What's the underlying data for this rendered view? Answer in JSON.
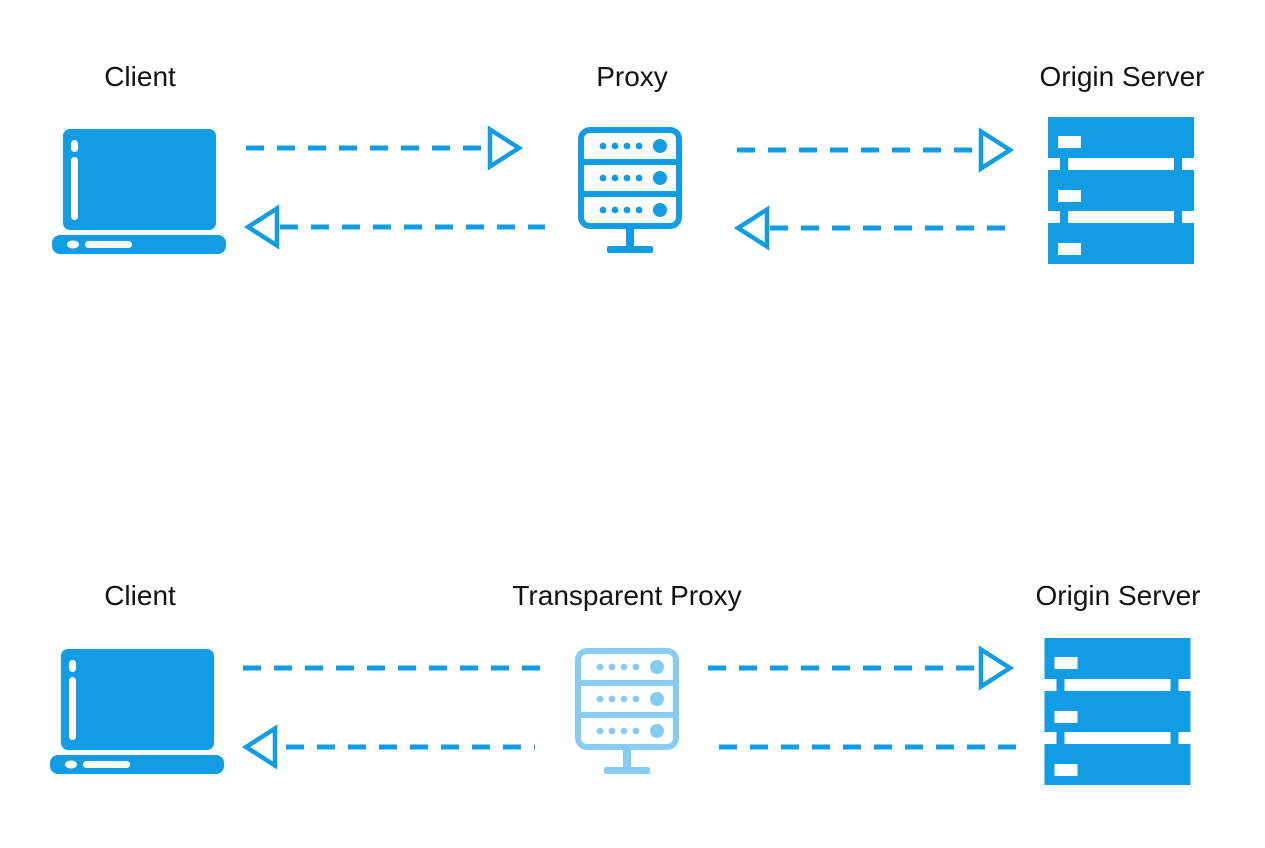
{
  "colors": {
    "accent": "#119CE3",
    "accent_light": "#88CDF1",
    "label_text": "#131313",
    "background": "#FFFFFF"
  },
  "diagram": {
    "rows": [
      {
        "name": "explicit-proxy-flow",
        "nodes": [
          {
            "label": "Client",
            "icon": "laptop-icon"
          },
          {
            "label": "Proxy",
            "icon": "proxy-server-icon"
          },
          {
            "label": "Origin Server",
            "icon": "origin-server-icon"
          }
        ],
        "connections": [
          {
            "from": "Client",
            "to": "Proxy",
            "direction": "right",
            "style": "dashed-open-arrow"
          },
          {
            "from": "Proxy",
            "to": "Client",
            "direction": "left",
            "style": "dashed-open-arrow"
          },
          {
            "from": "Proxy",
            "to": "Origin Server",
            "direction": "right",
            "style": "dashed-open-arrow"
          },
          {
            "from": "Origin Server",
            "to": "Proxy",
            "direction": "left",
            "style": "dashed-open-arrow"
          }
        ]
      },
      {
        "name": "transparent-proxy-flow",
        "nodes": [
          {
            "label": "Client",
            "icon": "laptop-icon"
          },
          {
            "label": "Transparent Proxy",
            "icon": "proxy-server-icon",
            "muted": true
          },
          {
            "label": "Origin Server",
            "icon": "origin-server-icon"
          }
        ],
        "connections": [
          {
            "from": "Client",
            "to": "Origin Server",
            "direction": "right",
            "style": "dashed-open-arrow",
            "passes_through": "Transparent Proxy"
          },
          {
            "from": "Origin Server",
            "to": "Client",
            "direction": "left",
            "style": "dashed-open-arrow",
            "passes_through": "Transparent Proxy"
          }
        ]
      }
    ]
  }
}
